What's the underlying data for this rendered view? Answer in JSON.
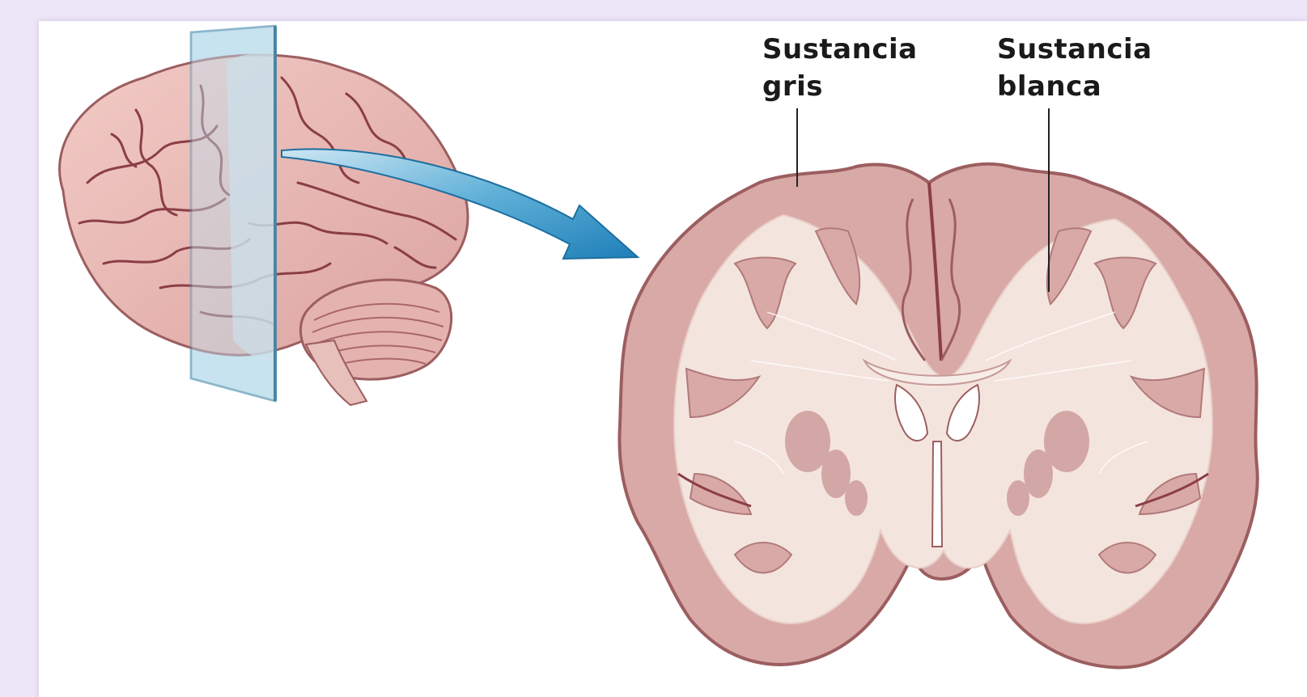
{
  "labels": {
    "gray_matter": {
      "line1": "Sustancia",
      "line2": "gris"
    },
    "white_matter": {
      "line1": "Sustancia",
      "line2": "blanca"
    }
  },
  "colors": {
    "background": "#ece6f7",
    "panel": "#ffffff",
    "gray_matter": "#d9a9a7",
    "gray_matter_edge": "#9c5e60",
    "white_matter": "#f4e4de",
    "brain_surface": "#e8b8b4",
    "sulci": "#8a3e45",
    "cut_plane": "#a9d4e6",
    "arrow": "#2f8fc4",
    "leader_lines": "#222222"
  },
  "icons": [
    "brain-lateral-view",
    "coronal-cut-plane",
    "curved-arrow",
    "coronal-brain-section"
  ]
}
